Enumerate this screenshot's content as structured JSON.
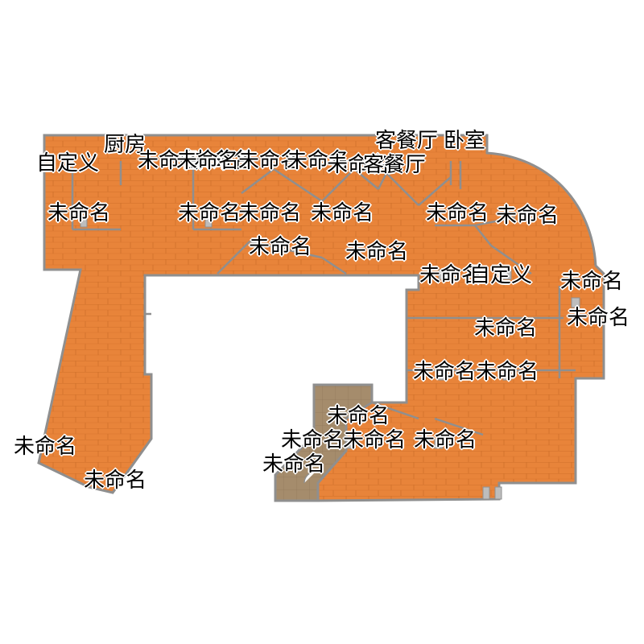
{
  "colors": {
    "floor_wood": "#e8843a",
    "floor_wood_line": "#c96a24",
    "floor_tile": "#a58c6c",
    "wall": "#8f8f8f",
    "background": "#ffffff",
    "label_text": "#000000"
  },
  "labels": [
    {
      "text": "厨房"
    },
    {
      "text": "自定义"
    },
    {
      "text": "未命名"
    },
    {
      "text": "未命名"
    },
    {
      "text": "未命名"
    },
    {
      "text": "未命名"
    },
    {
      "text": "客餐厅"
    },
    {
      "text": "卧室"
    },
    {
      "text": "未命名"
    },
    {
      "text": "客餐厅"
    },
    {
      "text": "未命名"
    },
    {
      "text": "未命名"
    },
    {
      "text": "未命名"
    },
    {
      "text": "未命名"
    },
    {
      "text": "未命名"
    },
    {
      "text": "未命名"
    },
    {
      "text": "未命名"
    },
    {
      "text": "未命名"
    },
    {
      "text": "未命名"
    },
    {
      "text": "自定义"
    },
    {
      "text": "未命名"
    },
    {
      "text": "未命名"
    },
    {
      "text": "未命名"
    },
    {
      "text": "未命名"
    },
    {
      "text": "未命名"
    },
    {
      "text": "未命名"
    },
    {
      "text": "未命名"
    },
    {
      "text": "未命名"
    },
    {
      "text": "未命名"
    },
    {
      "text": "未命名"
    },
    {
      "text": "未命名"
    },
    {
      "text": "未命名"
    },
    {
      "text": "未命名"
    }
  ]
}
